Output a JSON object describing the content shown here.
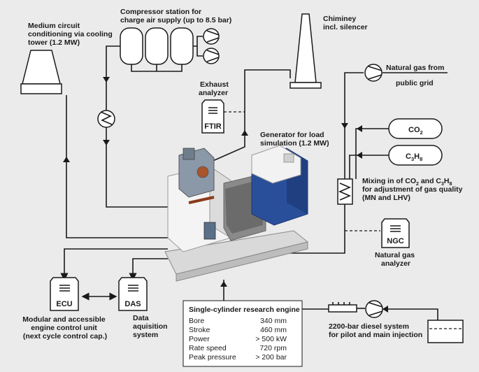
{
  "labels": {
    "cooling": [
      "Medium circuit",
      "conditioning via cooling",
      "tower (1.2 MW)"
    ],
    "compressor": [
      "Compressor station for",
      "charge air supply (up to 8.5 bar)"
    ],
    "chimney": [
      "Chiminey",
      "incl. silencer"
    ],
    "exhaust": [
      "Exhaust",
      "analyzer"
    ],
    "natgas": [
      "Natural gas from",
      "public grid"
    ],
    "generator": [
      "Generator for load",
      "simulation (1.2 MW)"
    ],
    "mixing": [
      "Mixing in of CO",
      " and C",
      "H",
      " for adjustment of gas quality",
      "(MN and LHV)"
    ],
    "ngc_label": [
      "Natural gas",
      "analyzer"
    ],
    "ecu_label": [
      "Modular and accessible",
      "engine control unit",
      "(next cycle control cap.)"
    ],
    "das_label": [
      "Data",
      "aquisition",
      "system"
    ],
    "diesel": [
      "2200-bar diesel system",
      "for pilot and main injection"
    ]
  },
  "devices": {
    "ftir": "FTIR",
    "ngc": "NGC",
    "ecu": "ECU",
    "das": "DAS",
    "co2": "CO",
    "co2_sub": "2",
    "c3h8_c": "C",
    "c3h8_3": "3",
    "c3h8_h": "H",
    "c3h8_8": "8"
  },
  "spec_table": {
    "title": "Single-cylinder research engine",
    "rows": [
      {
        "name": "Bore",
        "value": "340 mm"
      },
      {
        "name": "Stroke",
        "value": "460 mm"
      },
      {
        "name": "Power",
        "value": "> 500 kW"
      },
      {
        "name": "Rate speed",
        "value": "720 rpm"
      },
      {
        "name": "Peak pressure",
        "value": "> 200 bar"
      }
    ]
  },
  "colors": {
    "background": "#ebebeb",
    "line": "#1a1a1a",
    "generator_blue": "#2a4f9a",
    "engine_white": "#f4f4f4"
  },
  "icons": [
    "cooling-tower-icon",
    "compressor-tank-icon",
    "pump-icon",
    "heat-exchanger-icon",
    "chimney-icon",
    "gas-mixer-icon",
    "diesel-tank-icon",
    "engine-icon",
    "generator-icon"
  ]
}
